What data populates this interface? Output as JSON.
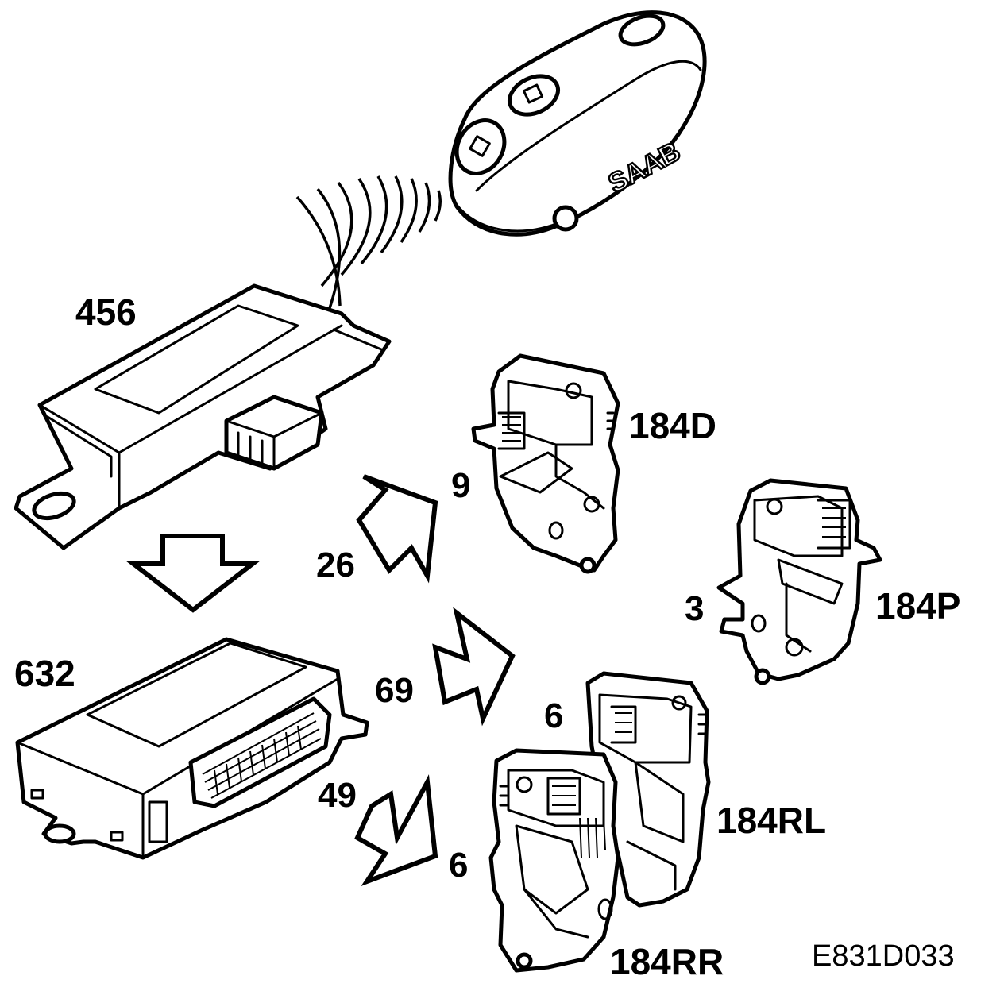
{
  "labels": {
    "c456": "456",
    "c632": "632",
    "c184D": "184D",
    "c184P": "184P",
    "c184RL": "184RL",
    "c184RR": "184RR",
    "w26": "26",
    "w69": "69",
    "w49": "49",
    "p9": "9",
    "p3": "3",
    "p6a": "6",
    "p6b": "6",
    "ref": "E831D033"
  },
  "remote": {
    "logo": "SAAB"
  }
}
